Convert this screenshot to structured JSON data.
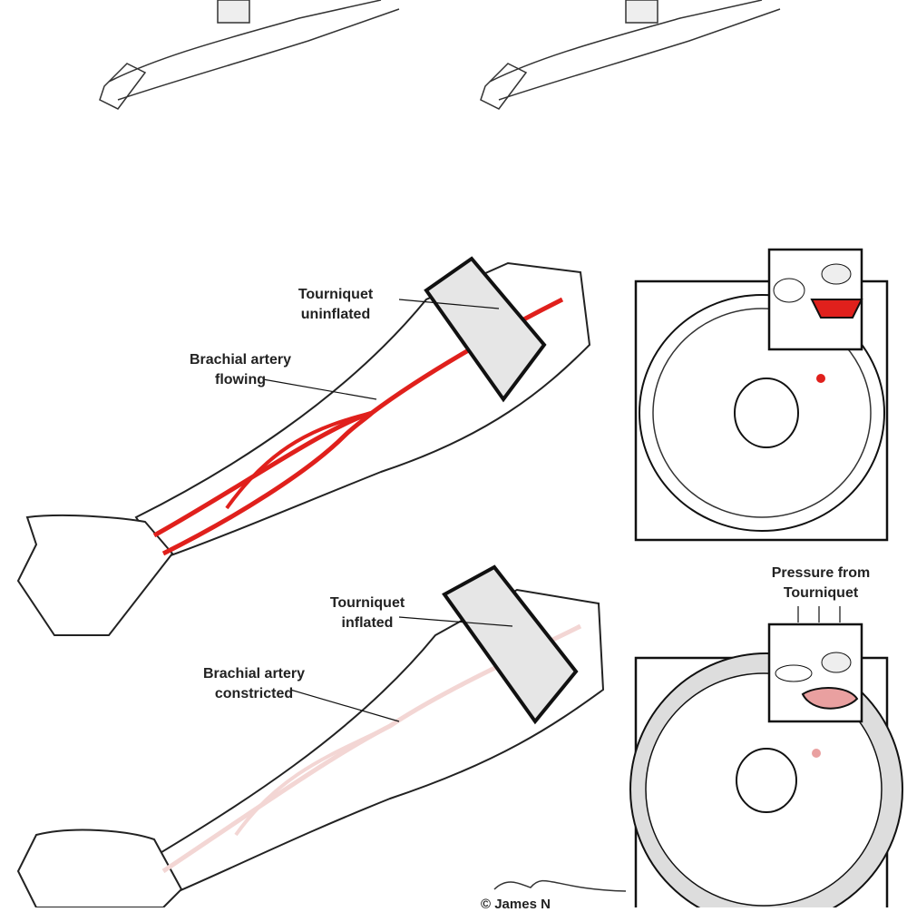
{
  "labels": {
    "cuff_uninflated": [
      "Tourniquet",
      "uninflated"
    ],
    "artery_flowing": [
      "Brachial artery",
      "flowing"
    ],
    "cuff_inflated": [
      "Tourniquet",
      "inflated"
    ],
    "artery_constricted": [
      "Brachial artery",
      "constricted"
    ],
    "pressure": [
      "Pressure from",
      "Tourniquet"
    ]
  },
  "credit": "© James N",
  "colors": {
    "artery_flowing": "#e0201c",
    "artery_constricted": "#f3d6d4",
    "cuff": "#e6e6e6"
  }
}
